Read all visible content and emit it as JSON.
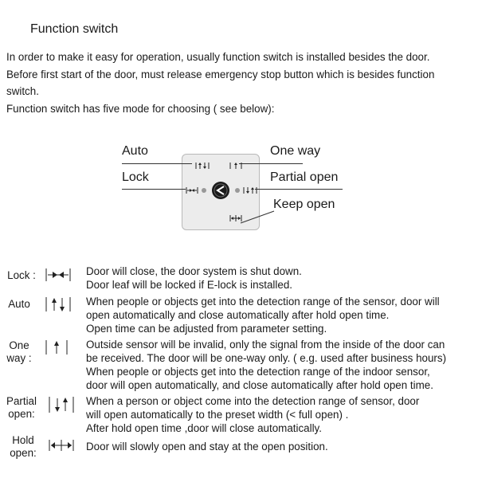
{
  "heading": "Function switch",
  "intro": [
    "In order to make it easy for operation, usually function switch is installed besides the door.",
    "Before first start of the door, must release emergency stop button which is besides function",
    " switch.",
    "Function switch has five mode for choosing ( see below):"
  ],
  "diagram": {
    "callouts": {
      "auto": "Auto",
      "lock": "Lock",
      "one_way": "One way",
      "partial_open": "Partial open",
      "keep_open": "Keep open"
    }
  },
  "modes": [
    {
      "label": "Lock :",
      "icon": "lock-mode-icon",
      "desc": [
        "Door will close, the door system is shut down.",
        "Door leaf will be locked if E-lock is installed."
      ]
    },
    {
      "label": "Auto",
      "icon": "auto-mode-icon",
      "desc": [
        "When people or objects get into the detection range of the sensor, door will",
        "open automatically and close automatically after hold open time.",
        "Open time can be adjusted from parameter setting."
      ]
    },
    {
      "label": "One\nway :",
      "icon": "one-way-mode-icon",
      "desc": [
        "Outside sensor will be invalid, only the signal from the inside of the door can",
        "be received. The door will be one-way only. ( e.g. used after business hours)",
        "When people or objects get into the detection range of the indoor sensor,",
        "door will open automatically, and close automatically after hold open time."
      ]
    },
    {
      "label": "Partial\nopen:",
      "icon": "partial-open-mode-icon",
      "desc": [
        "When a person or object come into the detection range of sensor, door",
        " will open automatically to the preset width (< full open) .",
        " After hold open time ,door will close automatically."
      ]
    },
    {
      "label": "Hold\nopen:",
      "icon": "hold-open-mode-icon",
      "desc": [
        "Door will slowly open and stay at the open position."
      ]
    }
  ]
}
